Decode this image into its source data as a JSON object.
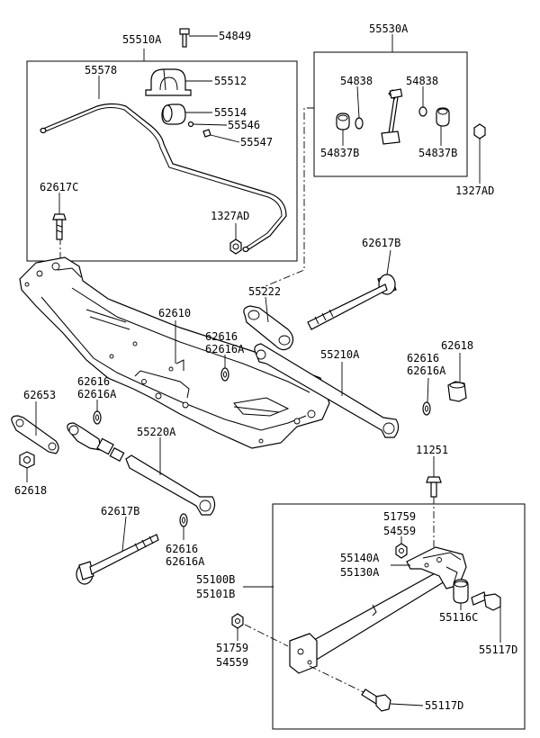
{
  "labels": {
    "assy_stabilizer": "55510A",
    "bolt_top": "54849",
    "link_assy": "55530A",
    "stabilizer_bar": "55578",
    "bushing": "55512",
    "bracket": "55514",
    "washer_55546": "55546",
    "nut_55547": "55547",
    "link_54838_left": "54838",
    "link_54838_right": "54838",
    "link_54837b_left": "54837B",
    "link_54837b_right": "54837B",
    "nut_1327ad_link": "1327AD",
    "nut_1327ad_bar": "1327AD",
    "bolt_62617c": "62617C",
    "bolt_62617b_right": "62617B",
    "bolt_62617b_left": "62617B",
    "link_55222": "55222",
    "crossmember": "62610",
    "washer_62616_a": "62616",
    "washer_62616a_a": "62616A",
    "arm_55210a": "55210A",
    "washer_62616_b": "62616",
    "washer_62616a_b": "62616A",
    "washer_62616_c": "62616",
    "washer_62616a_c": "62616A",
    "washer_62616_d": "62616",
    "washer_62616a_d": "62616A",
    "nut_62618_right": "62618",
    "plate_62653": "62653",
    "nut_62618_left": "62618",
    "arm_55220a": "55220A",
    "bolt_11251": "11251",
    "nut_51759_top": "51759",
    "nut_54559_top": "54559",
    "bracket_55140a": "55140A",
    "bracket_55130a": "55130A",
    "axle_55100b": "55100B",
    "axle_55101b": "55101B",
    "bushing_55116c": "55116C",
    "bolt_55117d_right": "55117D",
    "nut_51759_bottom": "51759",
    "nut_54559_bottom": "54559",
    "bolt_55117d_bottom": "55117D"
  }
}
